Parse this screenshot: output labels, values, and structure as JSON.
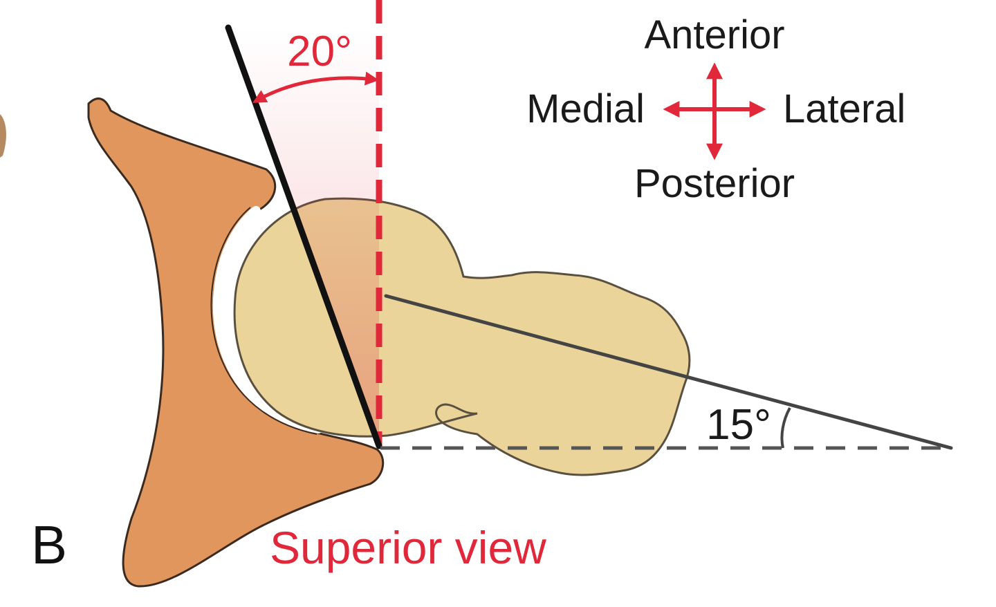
{
  "figure": {
    "panel_letter": "B",
    "caption": "Superior view",
    "acetabular_angle_label": "20°",
    "femoral_angle_label": "15°"
  },
  "orientation": {
    "up": "Anterior",
    "down": "Posterior",
    "left": "Medial",
    "right": "Lateral"
  },
  "colors": {
    "pelvis": "#e0965c",
    "pelvis_stroke": "#3a2a20",
    "femur": "#ead49a",
    "femur_stroke": "#5a5040",
    "accent_red": "#e0283a",
    "line_dark": "#111111",
    "line_gray": "#444444",
    "dash_gray": "#555555"
  }
}
